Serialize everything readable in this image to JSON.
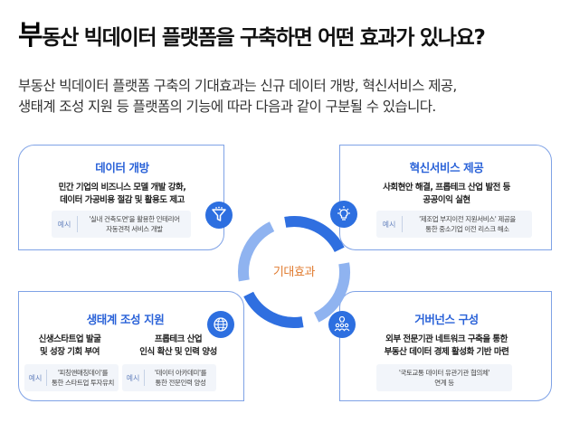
{
  "header": {
    "title_first": "부",
    "title_rest": "동산 빅데이터 플랫폼을 구축하면 어떤 효과가 있나요?",
    "subtitle_line1": "부동산 빅데이터 플랫폼 구축의 기대효과는 신규 데이터 개방, 혁신서비스 제공,",
    "subtitle_line2": "생태계 조성 지원 등 플랫폼의 기능에 따라 다음과 같이 구분될 수 있습니다."
  },
  "center": {
    "label": "기대효과"
  },
  "cards": {
    "data_open": {
      "title": "데이터 개방",
      "desc_line1": "민간 기업의 비즈니스 모델 개발 강화,",
      "desc_line2": "데이터 가공비용 절감 및 활용도 제고",
      "example_label": "예시",
      "example_line1": "'실내 건축도면'을 활용한 인테리어",
      "example_line2": "자동견적 서비스 개발"
    },
    "innovation": {
      "title": "혁신서비스 제공",
      "desc_line1": "사회현안 해결, 프롭테크 산업 발전 등",
      "desc_line2": "공공이익 실현",
      "example_label": "예시",
      "example_line1": "'제조업 부지이전 지원서비스' 제공을",
      "example_line2": "통한 중소기업 이전 리스크 해소"
    },
    "ecosystem": {
      "title": "생태계 조성 지원",
      "col1_line1": "신생스타트업 발굴",
      "col1_line2": "및 성장 기회 부여",
      "col2_line1": "프롭테크 산업",
      "col2_line2": "인식 확산 및 인력 양성",
      "example_label": "예시",
      "ex1_line1": "'피칭앤매칭데이'를",
      "ex1_line2": "통한 스타트업 투자유치",
      "ex2_line1": "'데이터 아카데미'를",
      "ex2_line2": "통한 전문인력 양성"
    },
    "governance": {
      "title": "거버넌스 구성",
      "desc_line1": "외부 전문기관 네트워크 구축을 통한",
      "desc_line2": "부동산 데이터 경제 활성화 기반 마련",
      "example_label": "예시",
      "example_line1": "'국토교통 데이터 유관기관 협의체'",
      "example_line2": "연계 등"
    }
  },
  "icons": {
    "data_open": "funnel-icon",
    "innovation": "lightbulb-icon",
    "ecosystem": "globe-icon",
    "governance": "people-lightbulb-icon"
  },
  "colors": {
    "accent_blue": "#2a62d8",
    "icon_blue": "#2d6fe0",
    "card_border": "#7fa2e6",
    "ring_dark": "#2f6fe0",
    "ring_light": "#8fb3f0",
    "center_label": "#e07a2e"
  }
}
